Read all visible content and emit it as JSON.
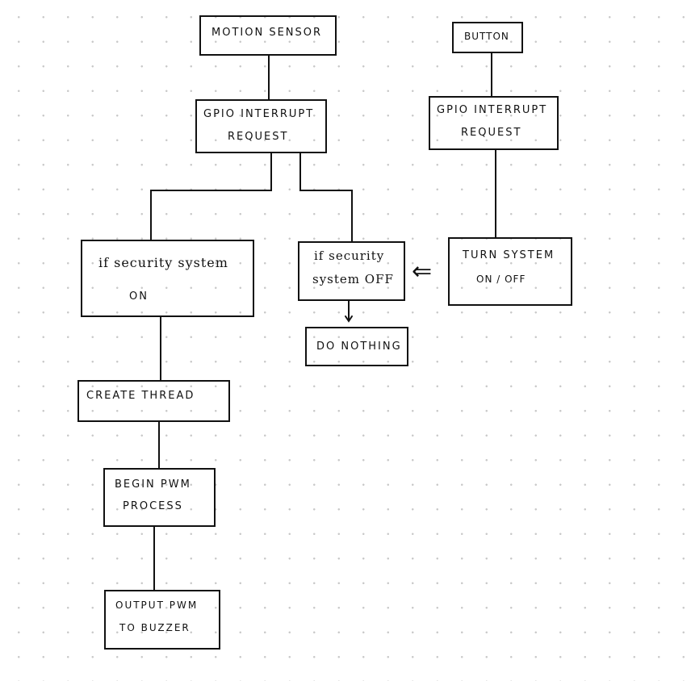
{
  "diagram": {
    "nodes": {
      "motion_sensor": {
        "label": "MOTION   SENSOR"
      },
      "gpio_irq_left": {
        "line1": "GPIO   INTERRUPT",
        "line2": "REQUEST"
      },
      "button": {
        "label": "BUTTON"
      },
      "gpio_irq_right": {
        "line1": "GPIO   INTERRUPT",
        "line2": "REQUEST"
      },
      "if_on": {
        "line1": "if   security system",
        "line2": "ON"
      },
      "if_off": {
        "line1": "if   security",
        "line2": "system OFF"
      },
      "turn_system": {
        "line1": "TURN   SYSTEM",
        "line2": "ON / OFF"
      },
      "do_nothing": {
        "label": "DO   NOTHING"
      },
      "create_thread": {
        "label": "CREATE   THREAD"
      },
      "begin_pwm": {
        "line1": "BEGIN   PWM",
        "line2": "PROCESS"
      },
      "output_pwm": {
        "line1": "OUTPUT   PWM",
        "line2": "TO    BUZZER"
      }
    },
    "arrow_glyph": "⇐"
  }
}
